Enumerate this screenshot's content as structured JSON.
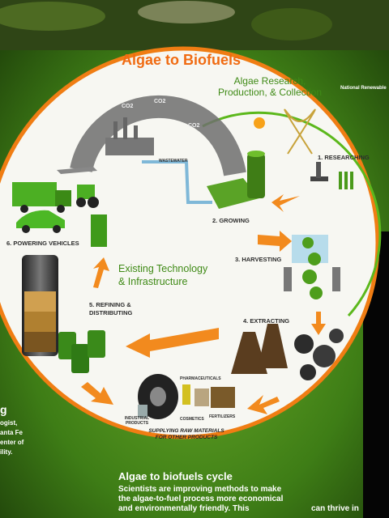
{
  "poster": {
    "title": "Algae to Biofuels",
    "subtitle": "Algae Research, Production, & Collection",
    "credit": "National Renewable",
    "steps": [
      {
        "label": "1. RESEARCHING"
      },
      {
        "label": "2. GROWING"
      },
      {
        "label": "3. HARVESTING"
      },
      {
        "label": "4. EXTRACTING"
      },
      {
        "label": "5. REFINING & DISTRIBUTING"
      },
      {
        "label": "6. POWERING VEHICLES"
      }
    ],
    "infrastructure": "Existing Technology & Infrastructure",
    "supplying": "SUPPLYING RAW MATERIALS FOR OTHER PRODUCTS",
    "wastewater": "WASTEWATER",
    "co2": "CO2",
    "products": {
      "pharmaceuticals": "PHARMACEUTICALS",
      "industrial": "INDUSTRIAL PRODUCTS",
      "cosmetics": "COSMETICS",
      "fertilizers": "FERTILIZERS"
    }
  },
  "side_text": [
    "g",
    "ogist,",
    "anta Fe",
    "enter of",
    "ility."
  ],
  "bottom": {
    "heading": "Algae to biofuels cycle",
    "lines": [
      "Scientists are improving methods to make",
      "the algae-to-fuel process more economical",
      "and environmentally friendly. This",
      "can thrive in"
    ]
  }
}
